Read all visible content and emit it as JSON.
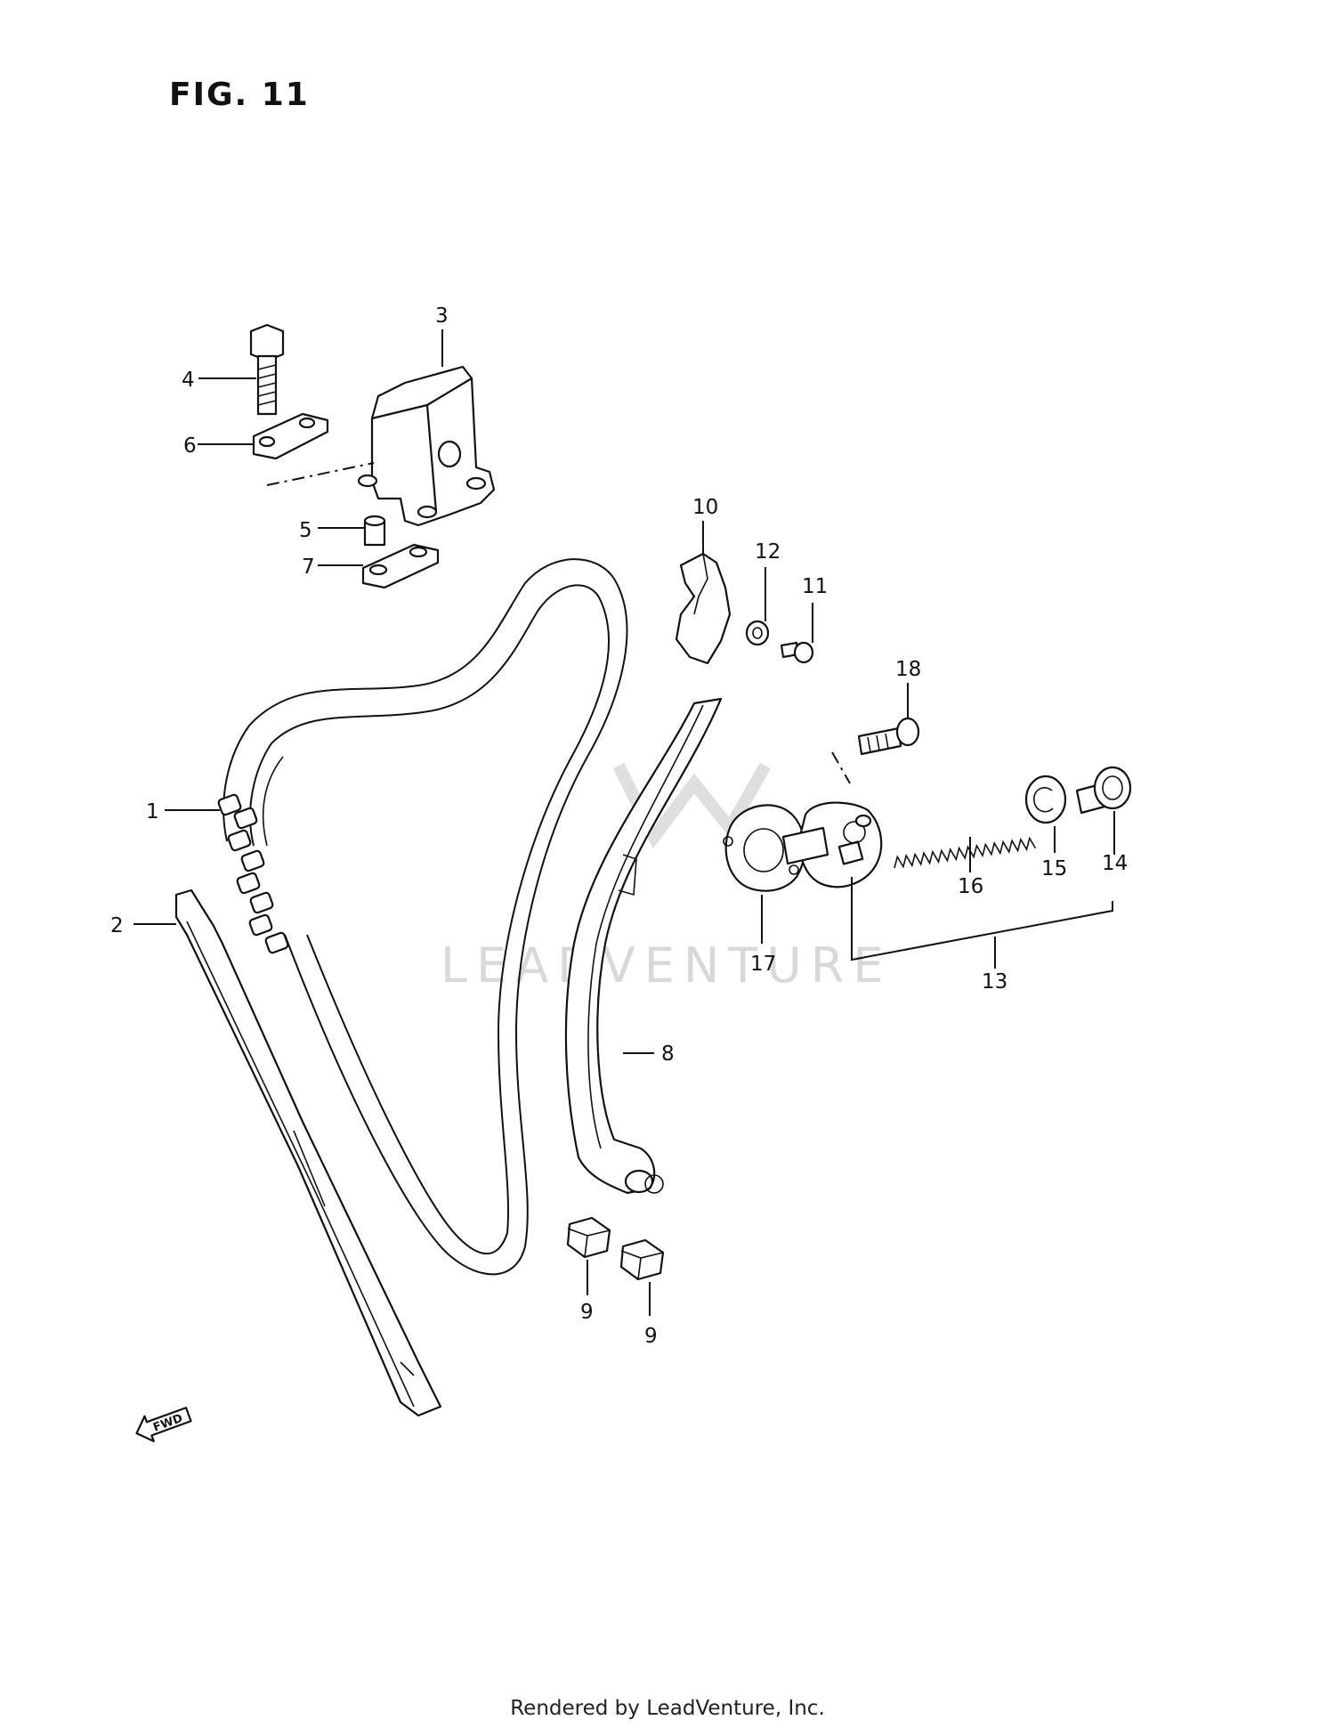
{
  "figure": {
    "title": "FIG. 11"
  },
  "callouts": {
    "c1": "1",
    "c2": "2",
    "c3": "3",
    "c4": "4",
    "c5": "5",
    "c6": "6",
    "c7": "7",
    "c8": "8",
    "c9a": "9",
    "c9b": "9",
    "c10": "10",
    "c11": "11",
    "c12": "12",
    "c13": "13",
    "c14": "14",
    "c15": "15",
    "c16": "16",
    "c17": "17",
    "c18": "18"
  },
  "fwd_badge": "FWD",
  "watermark": "LEADVENTURE",
  "footer": "Rendered by LeadVenture, Inc."
}
